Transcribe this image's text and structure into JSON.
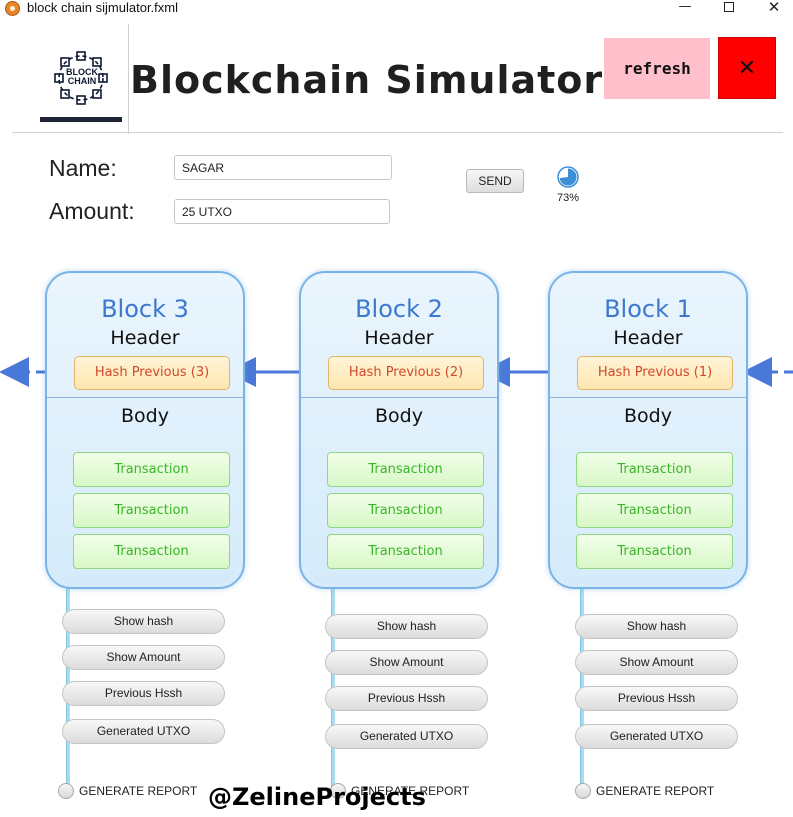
{
  "window": {
    "title": "block chain sijmulator.fxml",
    "minimize": "—",
    "close": "✕"
  },
  "header": {
    "logo_line1": "BLOCK",
    "logo_line2": "CHAIN",
    "title": "Blockchain Simulator",
    "refresh_label": "refresh",
    "close_label": "✕"
  },
  "form": {
    "name_label": "Name:",
    "name_value": "SAGAR",
    "amount_label": "Amount:",
    "amount_value": "25 UTXO",
    "send_label": "SEND",
    "progress_value": 0.73,
    "progress_text": "73%"
  },
  "blocks": [
    {
      "title": "Block 3",
      "header": "Header",
      "hash_prev": "Hash Previous (3)",
      "body": "Body",
      "transactions": [
        "Transaction",
        "Transaction",
        "Transaction"
      ],
      "actions": [
        "Show hash",
        "Show Amount",
        "Previous Hssh",
        "Generated UTXO"
      ],
      "report_label": "GENERATE REPORT"
    },
    {
      "title": "Block 2",
      "header": "Header",
      "hash_prev": "Hash Previous (2)",
      "body": "Body",
      "transactions": [
        "Transaction",
        "Transaction",
        "Transaction"
      ],
      "actions": [
        "Show hash",
        "Show Amount",
        "Previous Hssh",
        "Generated UTXO"
      ],
      "report_label": "GENERATE REPORT"
    },
    {
      "title": "Block 1",
      "header": "Header",
      "hash_prev": "Hash Previous (1)",
      "body": "Body",
      "transactions": [
        "Transaction",
        "Transaction",
        "Transaction"
      ],
      "actions": [
        "Show hash",
        "Show Amount",
        "Previous Hssh",
        "Generated UTXO"
      ],
      "report_label": "GENERATE REPORT"
    }
  ],
  "watermark": "@ZelineProjects",
  "colors": {
    "refresh_bg": "#ffc0cb",
    "close_bg": "#ff0000",
    "block_title": "#3c78d0",
    "hash_text": "#d04a2a",
    "transaction_text": "#3ab527",
    "arrow": "#4a78d8",
    "progress": "#3b8fd6"
  }
}
